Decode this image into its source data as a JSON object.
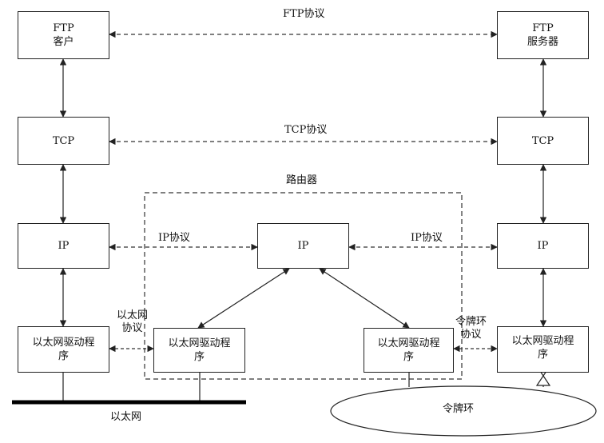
{
  "boxes": {
    "ftp_client": [
      "FTP",
      "客户"
    ],
    "ftp_server": [
      "FTP",
      "服务器"
    ],
    "tcp_left": [
      "TCP"
    ],
    "tcp_right": [
      "TCP"
    ],
    "ip_left": [
      "IP"
    ],
    "ip_router": [
      "IP"
    ],
    "ip_right": [
      "IP"
    ],
    "eth_driver_left": [
      "以太网驱动程",
      "序"
    ],
    "eth_driver_router": [
      "以太网驱动程",
      "序"
    ],
    "tr_driver_router": [
      "以太网驱动程",
      "序"
    ],
    "tr_driver_right": [
      "以太网驱动程",
      "序"
    ]
  },
  "labels": {
    "ftp_protocol": "FTP协议",
    "tcp_protocol": "TCP协议",
    "router": "路由器",
    "ip_protocol_left": "IP协议",
    "ip_protocol_right": "IP协议",
    "ethernet_protocol": [
      "以太网",
      "协议"
    ],
    "token_ring_protocol": [
      "令牌环",
      "协议"
    ],
    "ethernet": "以太网",
    "token_ring": "令牌环"
  }
}
